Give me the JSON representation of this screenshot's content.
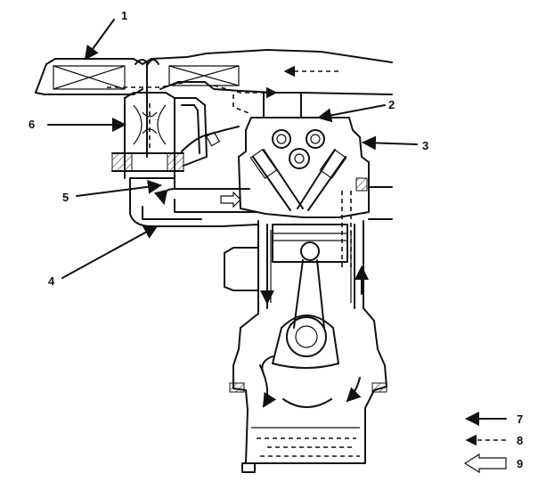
{
  "callouts": {
    "c1": "1",
    "c2": "2",
    "c3": "3",
    "c4": "4",
    "c5": "5",
    "c6": "6"
  },
  "legend": {
    "k7": "7",
    "k8": "8",
    "k9": "9"
  }
}
